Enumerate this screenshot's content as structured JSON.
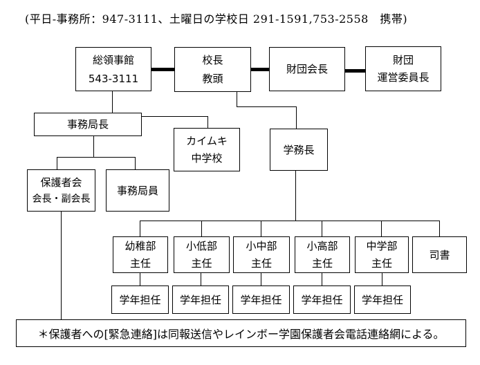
{
  "colors": {
    "line": "#000000",
    "background": "#ffffff",
    "text": "#000000"
  },
  "header": {
    "phone_note": "(平日-事務所：947-3111、土曜日の学校日 291-1591,753-2558　携帯)"
  },
  "nodes": {
    "consulate": {
      "title": "総領事館",
      "phone": "543-3111"
    },
    "principal": {
      "line1": "校長",
      "line2": "教頭"
    },
    "foundation_chair": {
      "label": "財団会長"
    },
    "foundation_board": {
      "line1": "財団",
      "line2": "運営委員長"
    },
    "secretary_general": {
      "label": "事務局長"
    },
    "kaimuki_school": {
      "line1": "カイムキ",
      "line2": "中学校"
    },
    "dean": {
      "label": "学務長"
    },
    "pta": {
      "line1": "保護者会",
      "line2": "会長・副会長"
    },
    "office_staff": {
      "label": "事務局員"
    },
    "kindergarten_head": {
      "line1": "幼稚部",
      "line2": "主任"
    },
    "lower_elementary_head": {
      "line1": "小低部",
      "line2": "主任"
    },
    "middle_elementary_head": {
      "line1": "小中部",
      "line2": "主任"
    },
    "upper_elementary_head": {
      "line1": "小高部",
      "line2": "主任"
    },
    "junior_high_head": {
      "line1": "中学部",
      "line2": "主任"
    },
    "librarian": {
      "label": "司書"
    },
    "homeroom_teacher": {
      "label": "学年担任"
    }
  },
  "footer": {
    "note": "＊保護者への[緊急連絡]は同報送信やレインボー学園保護者会電話連絡網による。"
  }
}
